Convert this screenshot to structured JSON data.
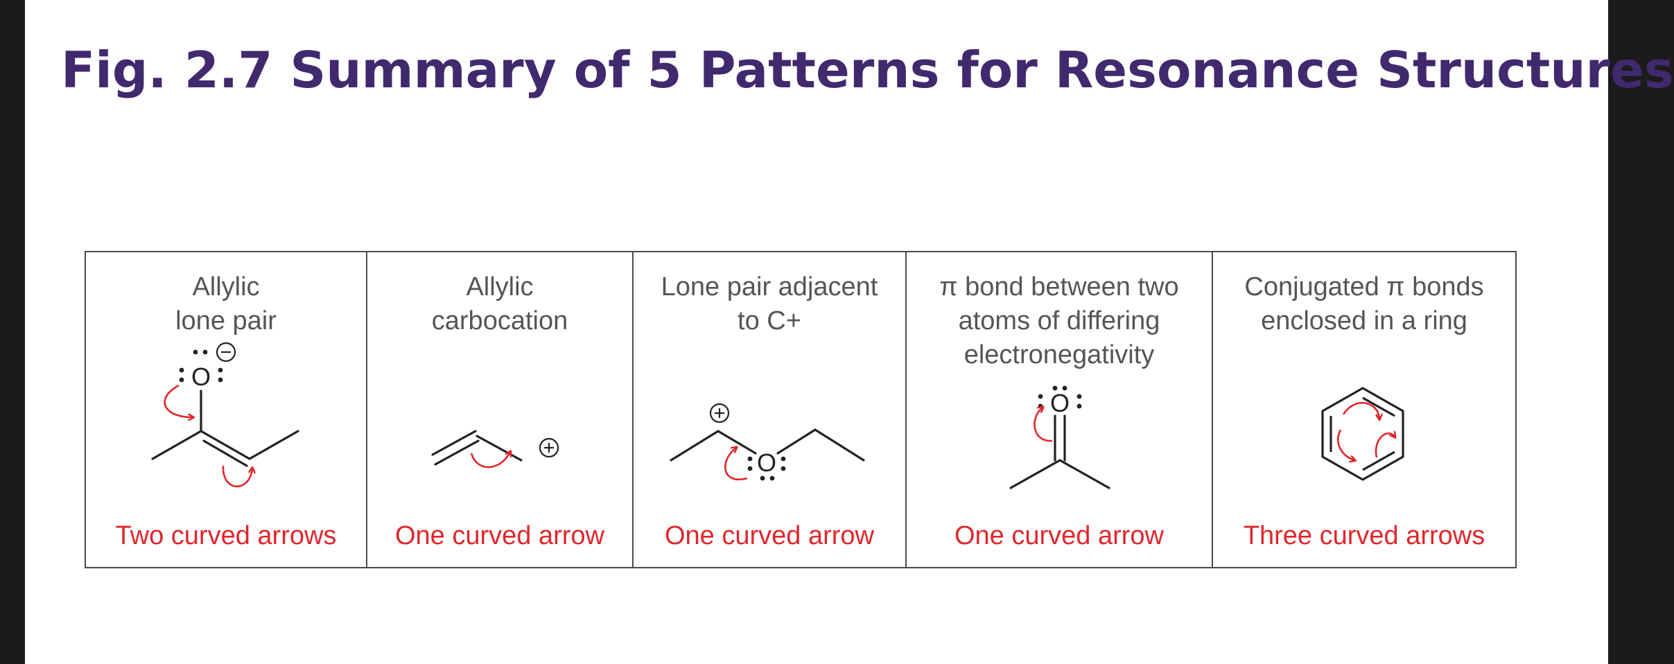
{
  "slide": {
    "title": "Fig. 2.7 Summary of 5 Patterns for Resonance Structures"
  },
  "figure": {
    "panels": [
      {
        "title": "Allylic\nlone pair",
        "caption": "Two curved arrows",
        "atom_label": "O"
      },
      {
        "title": "Allylic\ncarbocation",
        "caption": "One curved arrow"
      },
      {
        "title": "Lone pair adjacent\nto C+",
        "caption": "One curved arrow",
        "atom_label": "O"
      },
      {
        "title": "π bond between two\natoms of differing\nelectronegativity",
        "caption": "One curved arrow",
        "atom_label": "O"
      },
      {
        "title": "Conjugated π bonds\nenclosed in a ring",
        "caption": "Three curved arrows"
      }
    ]
  },
  "colors": {
    "title": "#41296e",
    "arrow": "#e0262c",
    "label_text": "#555555",
    "bond": "#222222",
    "frame": "#4a4a4a"
  }
}
